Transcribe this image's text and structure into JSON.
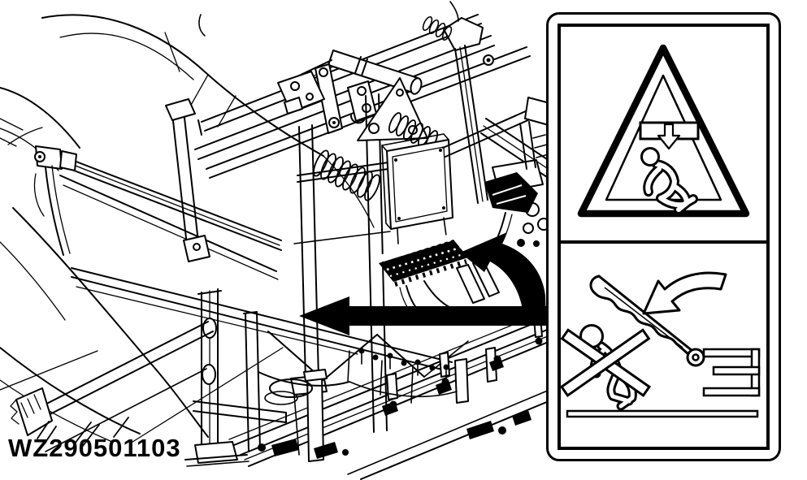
{
  "colors": {
    "ink": "#000000",
    "paper": "#ffffff"
  },
  "caption": {
    "text": "WZ290501103"
  },
  "illustration": {
    "machine_icon": "sprayer-boom-lift-frame-line-art",
    "arrow_icons": [
      "upper-decal-location-arrow",
      "lower-decal-location-arrow"
    ]
  },
  "decal_panel": {
    "top_decal": {
      "icons": [
        "warning-triangle-icon",
        "crush-beam-down-arrow-icon",
        "falling-person-icon"
      ]
    },
    "bottom_decal": {
      "icons": [
        "folding-boom-arm-icon",
        "fold-direction-arrow-icon",
        "crossed-out-person-icon",
        "boom-rest-bracket-icon",
        "ground-line-icon"
      ]
    }
  }
}
